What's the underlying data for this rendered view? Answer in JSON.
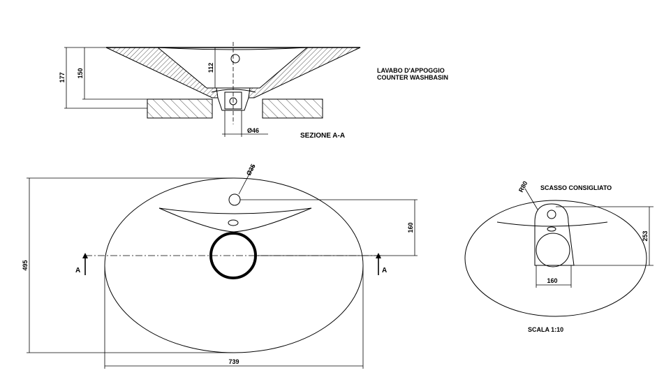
{
  "section": {
    "title": "SEZIONE A-A",
    "dim_total_height": "177",
    "dim_height": "150",
    "dim_depth": "112",
    "dim_drain": "Ø46"
  },
  "product": {
    "name_it": "LAVABO D'APPOGGIO",
    "name_en": "COUNTER WASHBASIN"
  },
  "plan": {
    "dim_hole": "Ø35",
    "dim_hole_offset": "160",
    "dim_depth": "495",
    "dim_width": "739",
    "section_mark_left": "A",
    "section_mark_right": "A"
  },
  "cutout": {
    "title": "SCASSO CONSIGLIATO",
    "dim_radius": "R80",
    "dim_height": "253",
    "dim_width": "160",
    "scale": "SCALA 1:10"
  }
}
